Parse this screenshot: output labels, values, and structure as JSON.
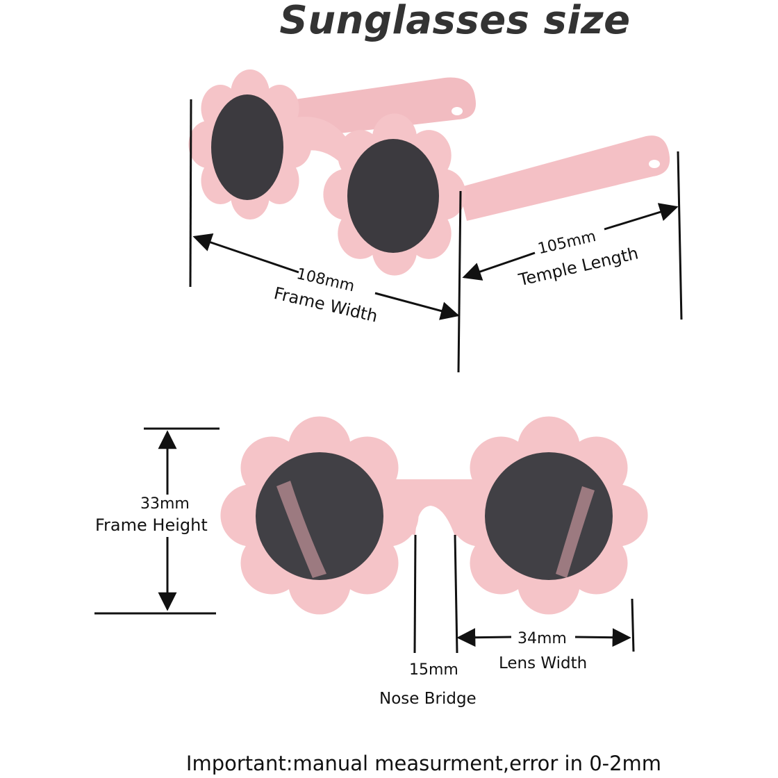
{
  "title": "Sunglasses size",
  "measurements": {
    "frame_width": {
      "value": "108mm",
      "label": "Frame Width"
    },
    "temple_length": {
      "value": "105mm",
      "label": "Temple Length"
    },
    "frame_height": {
      "value": "33mm",
      "label": "Frame Height"
    },
    "nose_bridge": {
      "value": "15mm",
      "label": "Nose Bridge"
    },
    "lens_width": {
      "value": "34mm",
      "label": "Lens Width"
    }
  },
  "note": "Important:manual measurment,error in 0-2mm",
  "colors": {
    "frame": "#f5c4c8",
    "frame_shade": "#e9aab0",
    "lens": "#3a3a3e",
    "lines": "#111111",
    "title": "#333333"
  }
}
